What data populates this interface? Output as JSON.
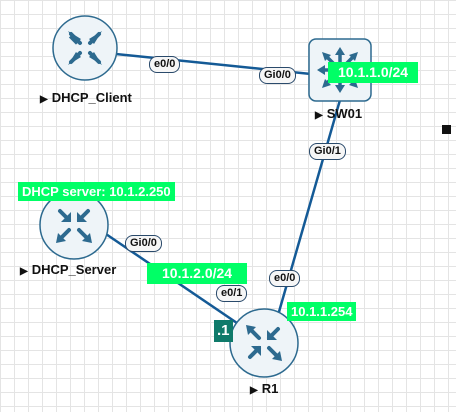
{
  "devices": {
    "dhcp_client": {
      "label": "DHCP_Client"
    },
    "sw01": {
      "label": "SW01"
    },
    "dhcp_server": {
      "label": "DHCP_Server"
    },
    "r1": {
      "label": "R1"
    }
  },
  "ports": {
    "client_e0_0": "e0/0",
    "sw_gi0_0": "Gi0/0",
    "sw_gi0_1": "Gi0/1",
    "server_gi0_0": "Gi0/0",
    "r1_e0_0": "e0/0",
    "r1_e0_1": "e0/1"
  },
  "notes": {
    "subnet_1": "10.1.1.0/24",
    "dhcp_server": "DHCP server: 10.1.2.250",
    "subnet_2": "10.1.2.0/24",
    "r1_ip": "10.1.1.254",
    "r1_host": ".1"
  },
  "colors": {
    "device_fill": "#eef4f8",
    "device_stroke": "#2d6a8f",
    "link": "#145a96",
    "note_bg": "#00ff66"
  },
  "icons": {
    "router": "router-icon",
    "switch": "switch-icon"
  }
}
